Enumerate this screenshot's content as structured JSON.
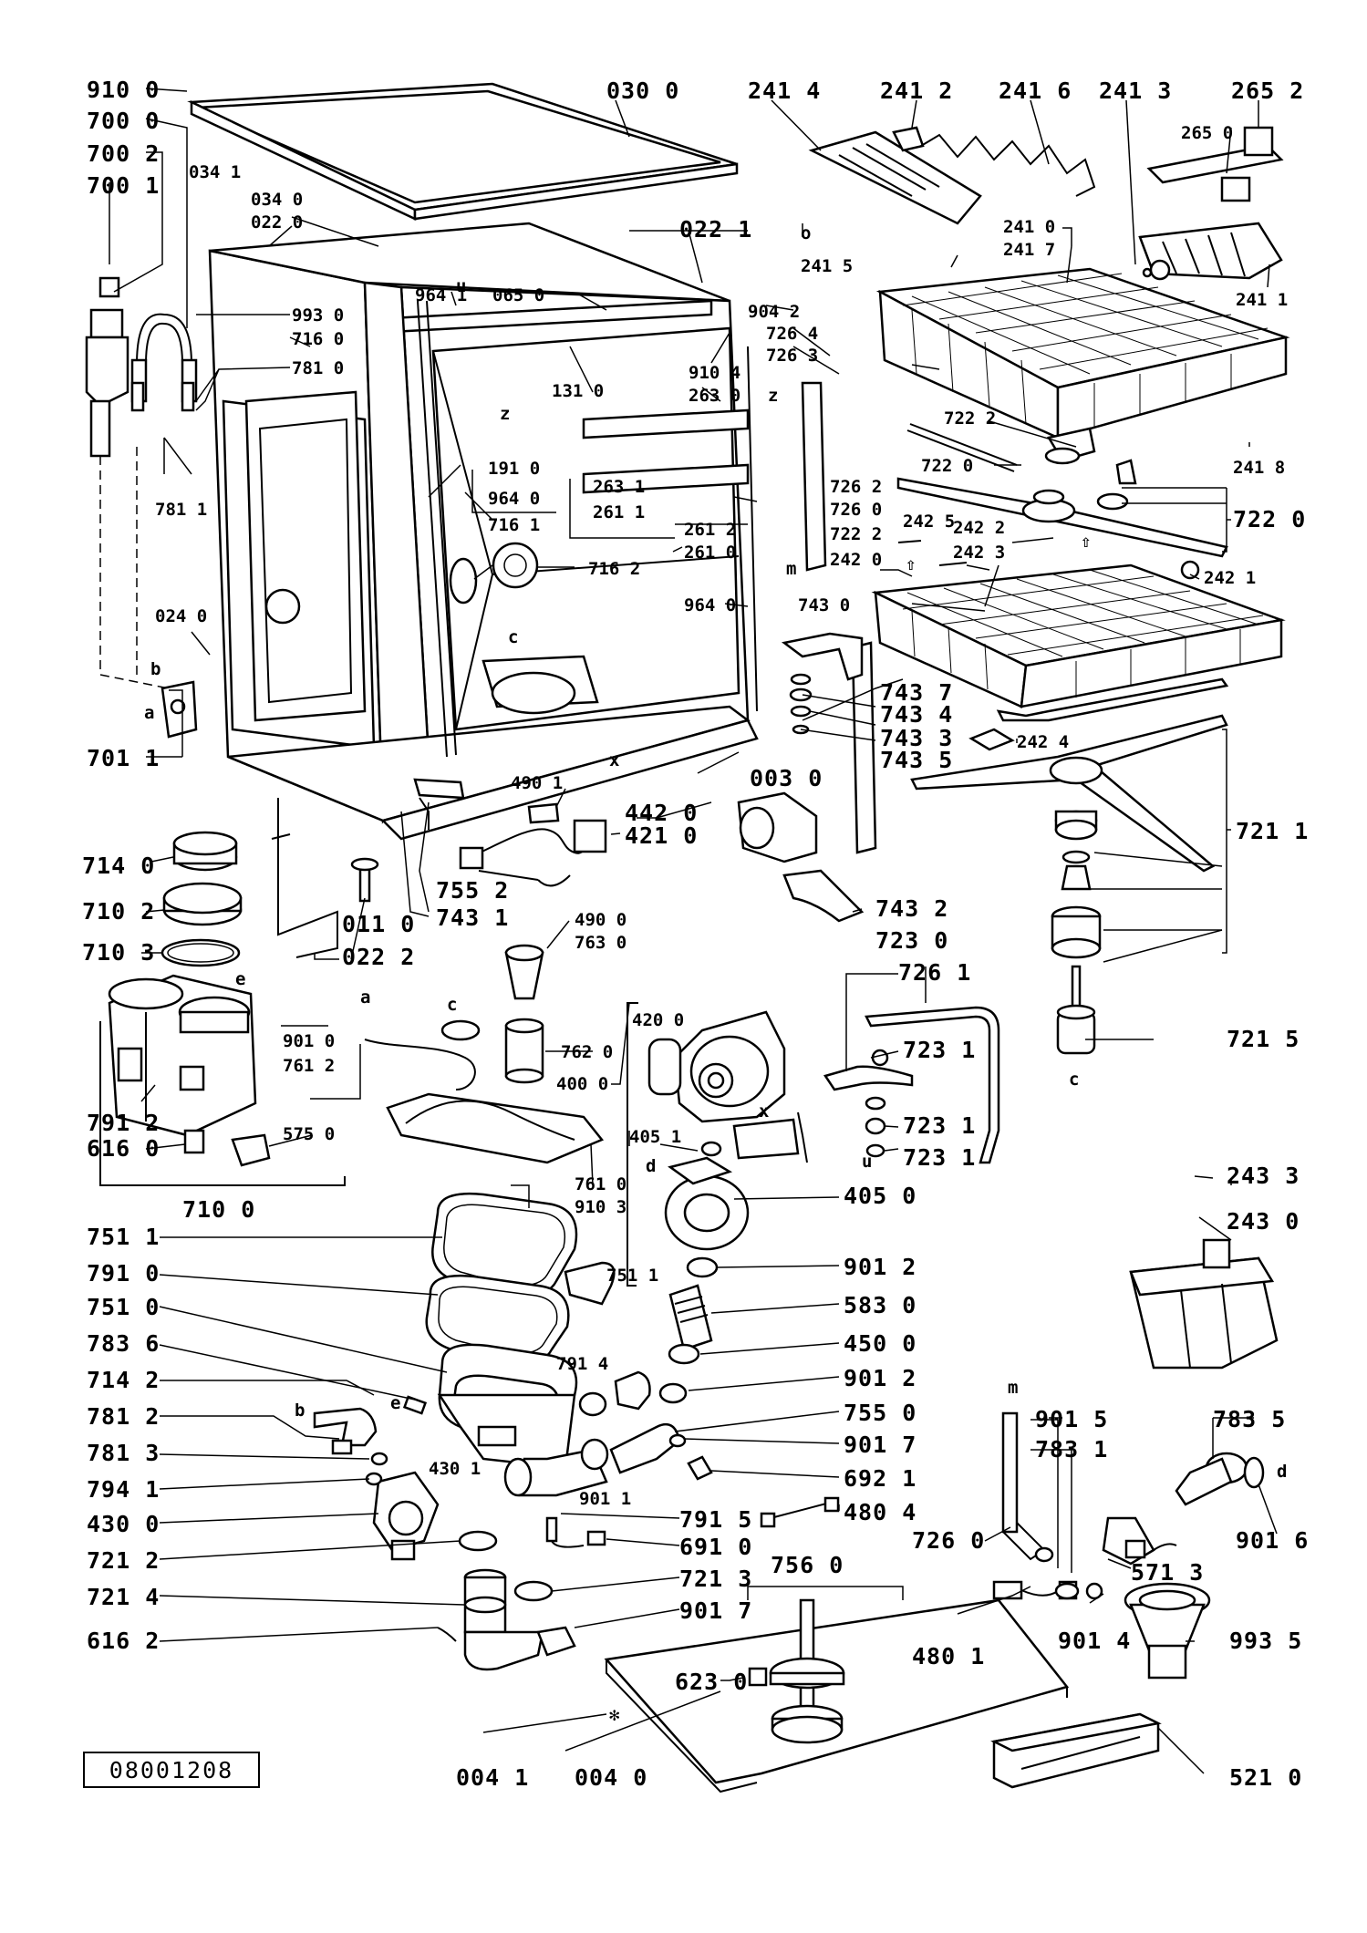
{
  "drawing_number": "08001208",
  "labels": {
    "p9100": "910 0",
    "p7000": "700 0",
    "p7002": "700 2",
    "p7001": "700 1",
    "p0341": "034 1",
    "p0340": "034 0",
    "p0220": "022 0",
    "p0300": "030 0",
    "p0221": "022 1",
    "p9930": "993 0",
    "p7160": "716 0",
    "p7810": "781 0",
    "p7811": "781 1",
    "p9641": "964 1",
    "p0650": "065 0",
    "p9042": "904 2",
    "p7264": "726 4",
    "p7263": "726 3",
    "p9104": "910 4",
    "p2630": "263 0",
    "p1310": "131 0",
    "p1910": "191 0",
    "p9640": "964 0",
    "p7161": "716 1",
    "p2631": "263 1",
    "p2611": "261 1",
    "p2612": "261 2",
    "p2610": "261 0",
    "p7162": "716 2",
    "p9640b": "964 0",
    "p0240": "024 0",
    "p7011": "701 1",
    "p0030": "003 0",
    "p4901": "490 1",
    "p4420": "442 0",
    "p4210": "421 0",
    "p7552": "755 2",
    "p7431": "743 1",
    "p0110": "011 0",
    "p0222": "022 2",
    "p4900": "490 0",
    "p7630": "763 0",
    "p7140": "714 0",
    "p7102": "710 2",
    "p7103": "710 3",
    "p9010": "901 0",
    "p7612": "761 2",
    "p7620": "762 0",
    "p4200": "420 0",
    "p4000": "400 0",
    "p7912": "791 2",
    "p6160": "616 0",
    "p5750": "575 0",
    "p7100": "710 0",
    "p4051": "405 1",
    "p4050": "405 0",
    "p7610": "761 0",
    "p9103": "910 3",
    "p7511": "751 1",
    "p7511b": "751 1",
    "p7910": "791 0",
    "p7510": "751 0",
    "p7836": "783 6",
    "p7142": "714 2",
    "p7812": "781 2",
    "p7813": "781 3",
    "p7941": "794 1",
    "p4300": "430 0",
    "p4301": "430 1",
    "p7212": "721 2",
    "p7214": "721 4",
    "p6162": "616 2",
    "p7914": "791 4",
    "p9011": "901 1",
    "p9012": "901 2",
    "p5830": "583 0",
    "p4500": "450 0",
    "p9012b": "901 2",
    "p7550": "755 0",
    "p9017": "901 7",
    "p6921": "692 1",
    "p7915": "791 5",
    "p6910": "691 0",
    "p7213": "721 3",
    "p9017b": "901 7",
    "p4804": "480 4",
    "p7560": "756 0",
    "p6230": "623 0",
    "p4801": "480 1",
    "p0041": "004 1",
    "p0040": "004 0",
    "p5210": "521 0",
    "p2414": "241 4",
    "p2412": "241 2",
    "p2416": "241 6",
    "p2413": "241 3",
    "p2652": "265 2",
    "p2650": "265 0",
    "p2415": "241 5",
    "p2410": "241 0",
    "p2417": "241 7",
    "p2411": "241 1",
    "p7222": "722 2",
    "p7220": "722 0",
    "p2418": "241 8",
    "p7220b": "722 0",
    "p7262": "726 2",
    "p7260": "726 0",
    "p7222b": "722 2",
    "p2425": "242 5",
    "p2422": "242 2",
    "p2423": "242 3",
    "p2420": "242 0",
    "p2421": "242 1",
    "p7430": "743 0",
    "p7437": "743 7",
    "p7434": "743 4",
    "p7433": "743 3",
    "p7435": "743 5",
    "p2424": "242 4",
    "p7211": "721 1",
    "p7432": "743 2",
    "p7230": "723 0",
    "p7261": "726 1",
    "p7231": "723 1",
    "p7231b": "723 1",
    "p7231c": "723 1",
    "p7215": "721 5",
    "p2433": "243 3",
    "p2430": "243 0",
    "p9015": "901 5",
    "p7831": "783 1",
    "p7835": "783 5",
    "p9016": "901 6",
    "p7260b": "726 0",
    "p5713": "571 3",
    "p9014": "901 4",
    "p9935": "993 5"
  },
  "letters": {
    "a1": "a",
    "a2": "a",
    "b1": "b",
    "b2": "b",
    "c1": "c",
    "c2": "c",
    "c3": "c",
    "d1": "d",
    "d2": "d",
    "e1": "e",
    "e2": "e",
    "x1": "x",
    "x2": "x",
    "z1": "z",
    "z2": "z",
    "m1": "m",
    "m2": "m",
    "u1": "u",
    "u2": "u",
    "o1": "o"
  }
}
